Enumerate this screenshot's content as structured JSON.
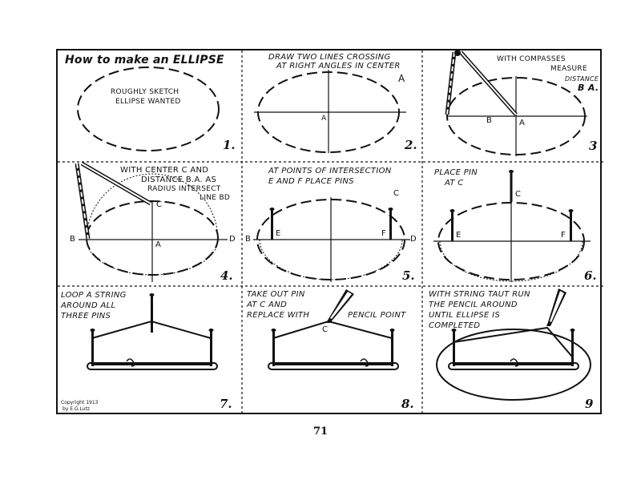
{
  "title": "How to make an ELLIPSE",
  "page_number": "71",
  "copyright": [
    "Copyright 1913",
    "by E.G.Lutz"
  ],
  "steps": [
    {
      "number": "1.",
      "caption_lines": [
        "ROUGHLY SKETCH",
        "ELLIPSE WANTED"
      ]
    },
    {
      "number": "2.",
      "caption_lines": [
        "DRAW TWO LINES CROSSING",
        "AT RIGHT ANGLES IN CENTER"
      ],
      "labels": {
        "a_top": "A",
        "a_center": "A"
      }
    },
    {
      "number": "3",
      "caption_lines": [
        "WITH COMPASSES",
        "MEASURE",
        "DISTANCE",
        "B A."
      ],
      "labels": {
        "b": "B",
        "a": "A"
      }
    },
    {
      "number": "4.",
      "caption_lines": [
        "WITH CENTER C AND",
        "DISTANCE B.A. AS",
        "RADIUS INTERSECT",
        "LINE BD"
      ],
      "labels": {
        "b": "B",
        "c": "C",
        "a": "A",
        "d": "D"
      }
    },
    {
      "number": "5.",
      "caption_lines": [
        "AT POINTS OF INTERSECTION",
        "E AND F PLACE PINS"
      ],
      "labels": {
        "b": "B",
        "c": "C",
        "d": "D",
        "e": "E",
        "f": "F"
      }
    },
    {
      "number": "6.",
      "caption_lines": [
        "PLACE PIN",
        "AT C"
      ],
      "labels": {
        "c": "C",
        "e": "E",
        "f": "F"
      }
    },
    {
      "number": "7.",
      "caption_lines": [
        "LOOP A STRING",
        "AROUND ALL",
        "THREE PINS"
      ]
    },
    {
      "number": "8.",
      "caption_lines": [
        "TAKE OUT PIN",
        "AT C AND",
        "REPLACE WITH",
        "PENCIL POINT"
      ],
      "labels": {
        "c": "C"
      }
    },
    {
      "number": "9",
      "caption_lines": [
        "WITH STRING TAUT RUN",
        "THE PENCIL AROUND",
        "UNTIL ELLIPSE IS",
        "COMPLETED"
      ]
    }
  ]
}
